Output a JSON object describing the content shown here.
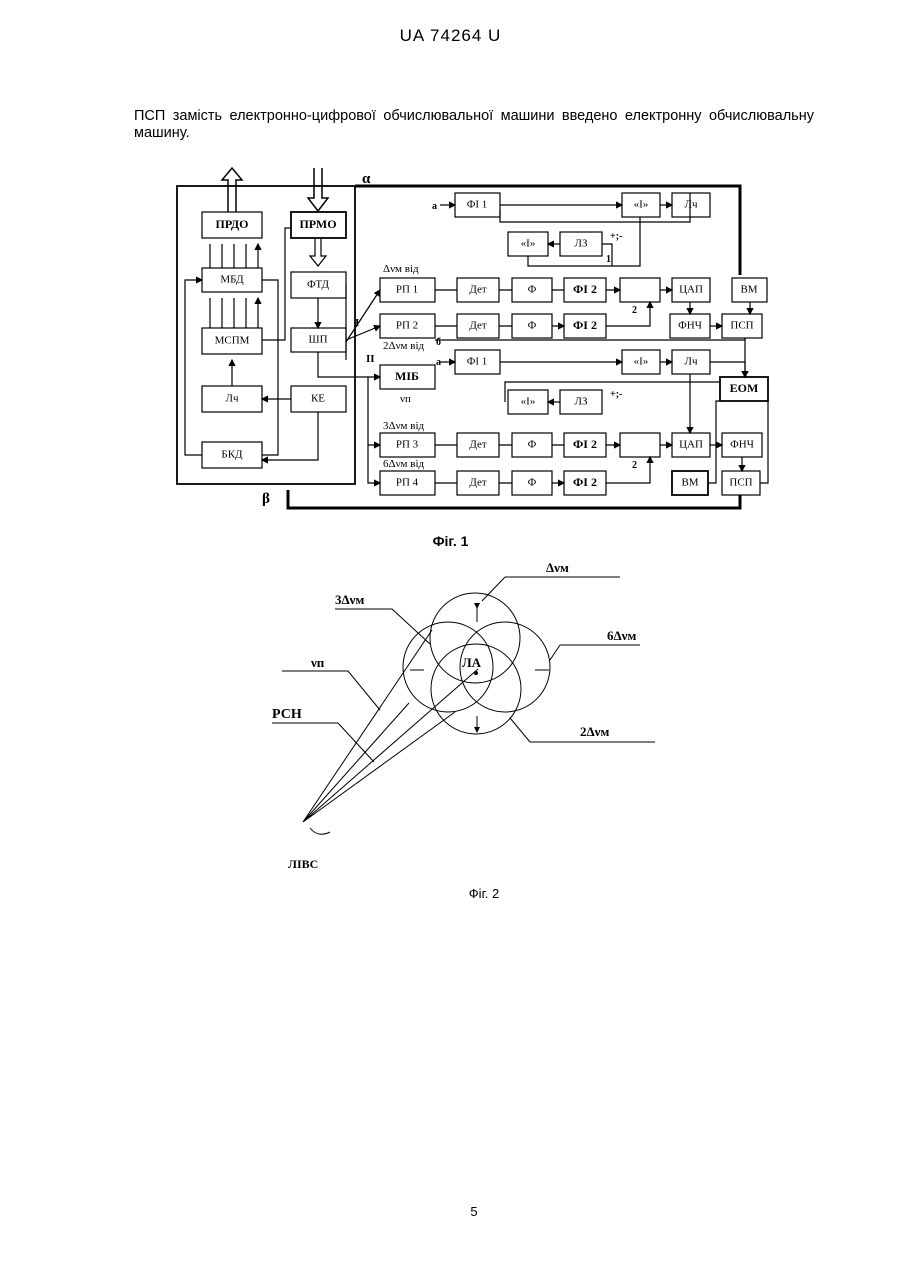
{
  "header": {
    "code": "UA   74264   U"
  },
  "paragraph": "ПСП замість електронно-цифрової обчислювальної машини введено електронну обчислювальну машину.",
  "figure1": {
    "caption": "Фіг. 1",
    "blocks": {
      "prdo": "ПРДО",
      "prmo": "ПРМО",
      "mbd": "МБД",
      "ftd": "ФТД",
      "msp": "МСПМ",
      "shp": "ШП",
      "lch_left": "Лч",
      "ke": "КЕ",
      "bkd": "БКД",
      "mib": "МІБ",
      "fi1_top": "ФІ 1",
      "i_top": "«І»",
      "lch_top": "Лч",
      "i_second": "«І»",
      "lz_top": "ЛЗ",
      "rp1": "РП 1",
      "det1": "Дет",
      "f1": "Ф",
      "fi2_1": "ФІ 2",
      "cap_top": "ЦАП",
      "bm_top": "ВМ",
      "rp2": "РП 2",
      "det2": "Дет",
      "f2": "Ф",
      "fi2_2": "ФІ 2",
      "fnch_top": "ФНЧ",
      "psp_top": "ПСП",
      "fi1_mid": "ФІ 1",
      "i_mid": "«І»",
      "lch_mid": "Лч",
      "eom": "ЕОМ",
      "i_low": "«І»",
      "lz_low": "ЛЗ",
      "rp3": "РП 3",
      "det3": "Дет",
      "f3": "Ф",
      "fi2_3": "ФІ 2",
      "cap_low": "ЦАП",
      "fnch_low": "ФНЧ",
      "rp4": "РП 4",
      "det4": "Дет",
      "f4": "Ф",
      "fi2_4": "ФІ 2",
      "bm_low": "ВМ",
      "psp_low": "ПСП"
    },
    "labels": {
      "alpha": "α",
      "beta": "β",
      "dnu": "Δνм від",
      "two_dnu": "2Δνм від",
      "three_dnu": "3Δνм від",
      "six_dnu": "6Δνм від",
      "nu_p": "νп",
      "in_I": "I",
      "in_II": "II",
      "a1": "а",
      "a2": "а",
      "b": "б",
      "pm1": "+;-",
      "pm2": "+;-",
      "n1": "1",
      "n2": "2",
      "n3": "2"
    }
  },
  "figure2": {
    "caption": "Фіг. 2",
    "labels": {
      "dnu": "Δνм",
      "three": "3Δνм",
      "six": "6Δνм",
      "two": "2Δνм",
      "nu": "νп",
      "rsn": "РСН",
      "la": "ЛА",
      "livs": "ЛІВС"
    }
  },
  "page_number": "5"
}
